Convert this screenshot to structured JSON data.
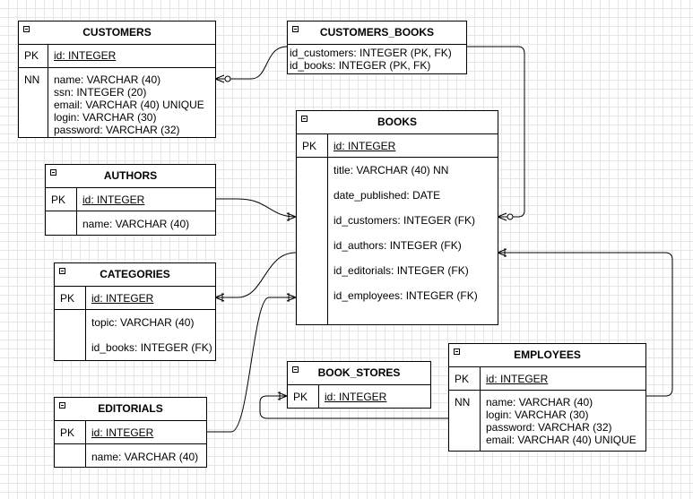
{
  "customers": {
    "title": "CUSTOMERS",
    "pk_label": "PK",
    "pk_attr": "id: INTEGER",
    "nn_label": "NN",
    "attrs": [
      "name: VARCHAR (40)",
      "ssn: INTEGER (20)",
      "email: VARCHAR (40) UNIQUE",
      "login: VARCHAR (30)",
      "password: VARCHAR (32)"
    ]
  },
  "customers_books": {
    "title": "CUSTOMERS_BOOKS",
    "attrs": [
      "id_customers: INTEGER (PK, FK)",
      "id_books: INTEGER (PK, FK)"
    ]
  },
  "books": {
    "title": "BOOKS",
    "pk_label": "PK",
    "pk_attr": "id: INTEGER",
    "attrs": [
      "title: VARCHAR (40) NN",
      "date_published: DATE",
      "id_customers: INTEGER (FK)",
      "id_authors: INTEGER (FK)",
      "id_editorials: INTEGER (FK)",
      "id_employees: INTEGER (FK)"
    ]
  },
  "authors": {
    "title": "AUTHORS",
    "pk_label": "PK",
    "pk_attr": "id: INTEGER",
    "attrs": [
      "name: VARCHAR (40)"
    ]
  },
  "categories": {
    "title": "CATEGORIES",
    "pk_label": "PK",
    "pk_attr": "id: INTEGER",
    "attrs": [
      "topic: VARCHAR (40)",
      "id_books: INTEGER (FK)"
    ]
  },
  "editorials": {
    "title": "EDITORIALS",
    "pk_label": "PK",
    "pk_attr": "id: INTEGER",
    "attrs": [
      "name: VARCHAR (40)"
    ]
  },
  "book_stores": {
    "title": "BOOK_STORES",
    "pk_label": "PK",
    "pk_attr": "id: INTEGER"
  },
  "employees": {
    "title": "EMPLOYEES",
    "pk_label": "PK",
    "pk_attr": "id: INTEGER",
    "nn_label": "NN",
    "attrs": [
      "name: VARCHAR (40)",
      "login: VARCHAR (30)",
      "password: VARCHAR (32)",
      "email: VARCHAR (40) UNIQUE"
    ]
  }
}
